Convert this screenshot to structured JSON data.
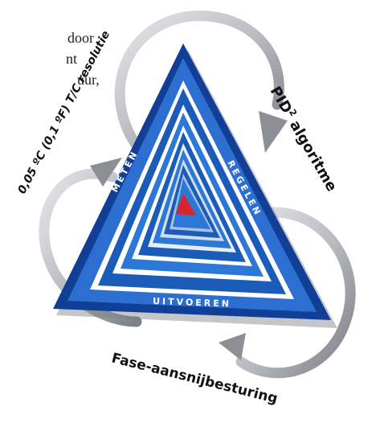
{
  "side_text": {
    "line1": "door",
    "line2": "nt",
    "line3": "uur,"
  },
  "labels": {
    "left": "0,05 ºC (0,1 ºF) T/C resolutie",
    "right_main": "PID",
    "right_sup": "2",
    "right_rest": " algoritme",
    "bottom": "Fase-aansnijbesturing"
  },
  "inner_labels": {
    "left": "METEN",
    "right": "REGELEN",
    "bottom": "UITVOEREN"
  },
  "colors": {
    "blue_dark": "#123f96",
    "blue_mid": "#1b5cb8",
    "blue_light": "#2c78d6",
    "arrow_grey": "#b9bcc1",
    "arrow_dark": "#6e7278",
    "center_red": "#d7262b"
  }
}
